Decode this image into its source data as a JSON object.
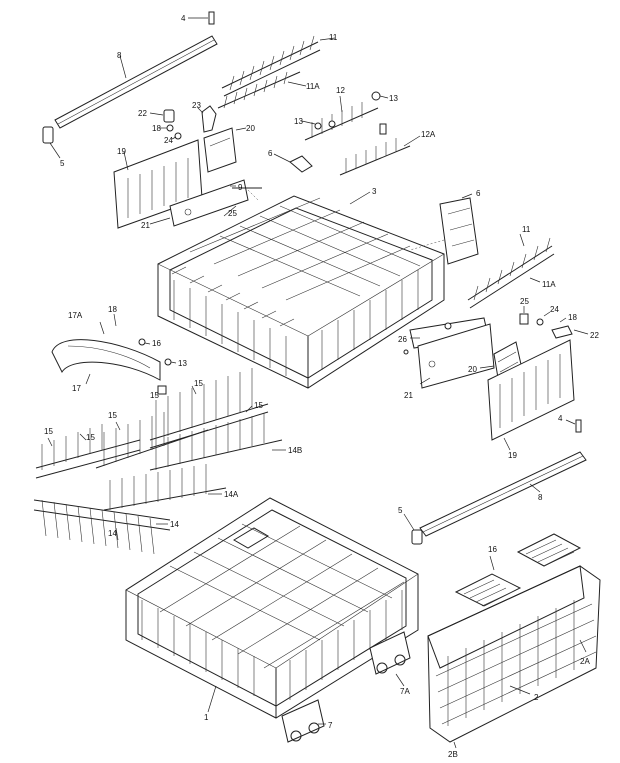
{
  "diagram": {
    "labels": [
      {
        "id": "p4_top",
        "text": "4"
      },
      {
        "id": "p11_top",
        "text": "11"
      },
      {
        "id": "p8_top",
        "text": "8"
      },
      {
        "id": "p11a_top",
        "text": "11A"
      },
      {
        "id": "p12",
        "text": "12"
      },
      {
        "id": "p13_a",
        "text": "13"
      },
      {
        "id": "p22_top",
        "text": "22"
      },
      {
        "id": "p23",
        "text": "23"
      },
      {
        "id": "p18_top",
        "text": "18"
      },
      {
        "id": "p24_top",
        "text": "24"
      },
      {
        "id": "p20_top",
        "text": "20"
      },
      {
        "id": "p13_b",
        "text": "13"
      },
      {
        "id": "p12a",
        "text": "12A"
      },
      {
        "id": "p5_top",
        "text": "5"
      },
      {
        "id": "p19_top",
        "text": "19"
      },
      {
        "id": "p6_top",
        "text": "6"
      },
      {
        "id": "p9_top",
        "text": "9"
      },
      {
        "id": "p3",
        "text": "3"
      },
      {
        "id": "p21_top",
        "text": "21"
      },
      {
        "id": "p25_top",
        "text": "25"
      },
      {
        "id": "p6_right",
        "text": "6"
      },
      {
        "id": "p11_right",
        "text": "11"
      },
      {
        "id": "p11a_right",
        "text": "11A"
      },
      {
        "id": "p17a",
        "text": "17A"
      },
      {
        "id": "p18_left",
        "text": "18"
      },
      {
        "id": "p16_left",
        "text": "16"
      },
      {
        "id": "p13_left",
        "text": "13"
      },
      {
        "id": "p17",
        "text": "17"
      },
      {
        "id": "p25_right",
        "text": "25"
      },
      {
        "id": "p24_right",
        "text": "24"
      },
      {
        "id": "p18_right",
        "text": "18"
      },
      {
        "id": "p22_right",
        "text": "22"
      },
      {
        "id": "p26_right",
        "text": "26"
      },
      {
        "id": "p20_right",
        "text": "20"
      },
      {
        "id": "p21_right",
        "text": "21"
      },
      {
        "id": "p15_a",
        "text": "15"
      },
      {
        "id": "p15_b",
        "text": "15"
      },
      {
        "id": "p15_c",
        "text": "15"
      },
      {
        "id": "p15_d",
        "text": "15"
      },
      {
        "id": "p15_e",
        "text": "15"
      },
      {
        "id": "p15_f",
        "text": "15"
      },
      {
        "id": "p14b",
        "text": "14B"
      },
      {
        "id": "p19_right",
        "text": "19"
      },
      {
        "id": "p4_right",
        "text": "4"
      },
      {
        "id": "p14a",
        "text": "14A"
      },
      {
        "id": "p14_a",
        "text": "14"
      },
      {
        "id": "p14_b",
        "text": "14"
      },
      {
        "id": "p8_right",
        "text": "8"
      },
      {
        "id": "p5_right",
        "text": "5"
      },
      {
        "id": "p16_right",
        "text": "16"
      },
      {
        "id": "p2a",
        "text": "2A"
      },
      {
        "id": "p7a",
        "text": "7A"
      },
      {
        "id": "p2",
        "text": "2"
      },
      {
        "id": "p1",
        "text": "1"
      },
      {
        "id": "p7",
        "text": "7"
      },
      {
        "id": "p2b",
        "text": "2B"
      }
    ]
  }
}
